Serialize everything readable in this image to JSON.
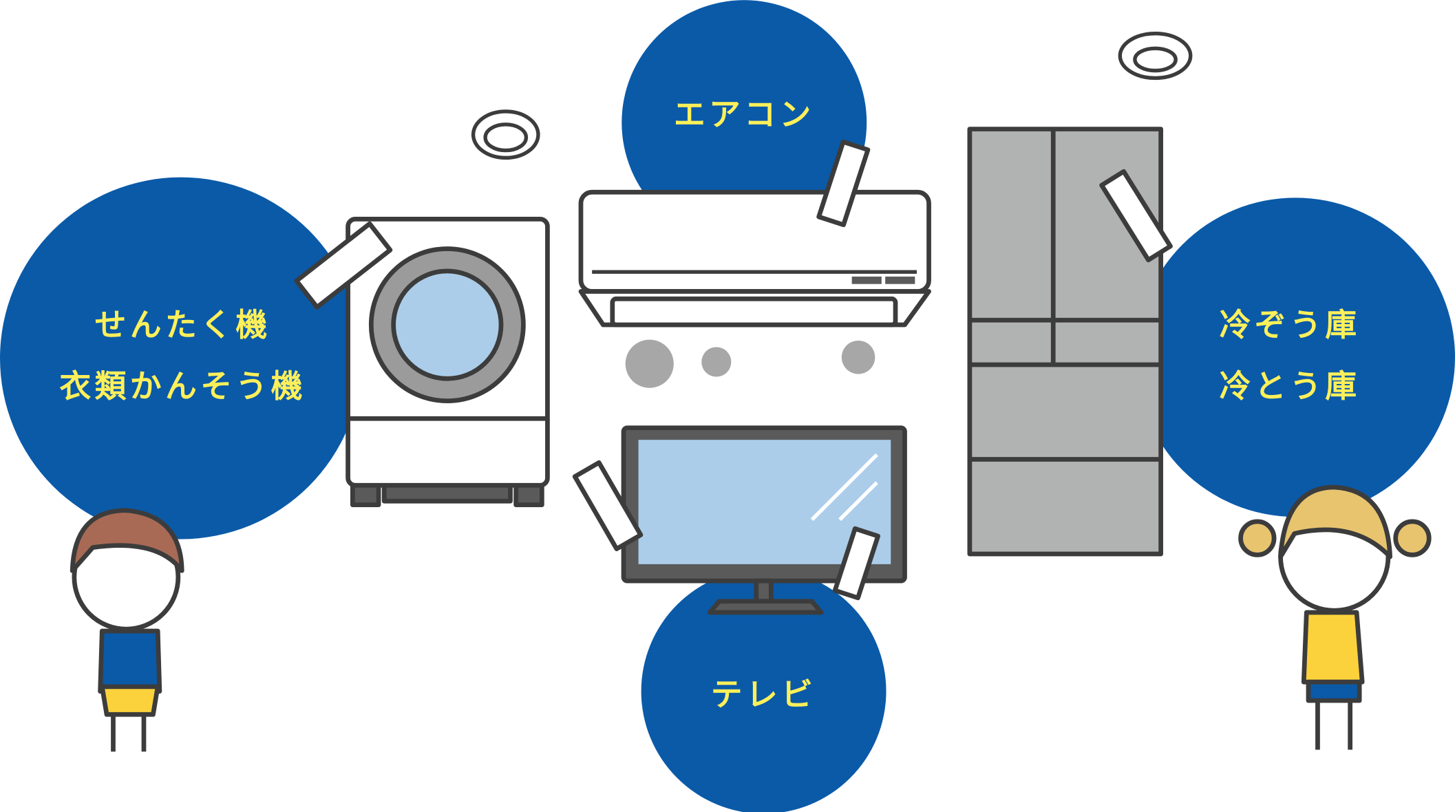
{
  "labels": {
    "washer_line1": "せんたく機",
    "washer_line2": "衣類かんそう機",
    "aircon": "エアコン",
    "tv": "テレビ",
    "fridge_line1": "冷ぞう庫",
    "fridge_line2": "冷とう庫"
  },
  "colors": {
    "circle": "#0a5aa8",
    "label_text": "#fff05a",
    "appliance_gray": "#b1b3b2",
    "screen_blue": "#abcdea"
  }
}
